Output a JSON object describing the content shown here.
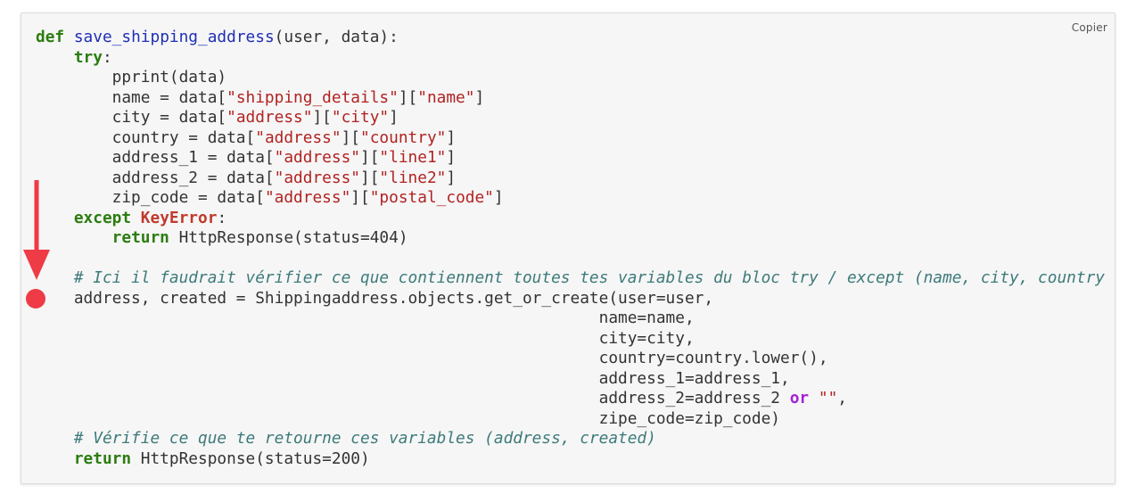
{
  "copy_button": {
    "label": "Copier"
  },
  "code_lines": [
    [
      {
        "t": "def",
        "c": "kw"
      },
      {
        "t": " "
      },
      {
        "t": "save_shipping_address",
        "c": "fn"
      },
      {
        "t": "(user, data):"
      }
    ],
    [
      {
        "t": "    "
      },
      {
        "t": "try",
        "c": "kw"
      },
      {
        "t": ":"
      }
    ],
    [
      {
        "t": "        pprint(data)"
      }
    ],
    [
      {
        "t": "        name = data["
      },
      {
        "t": "\"shipping_details\"",
        "c": "str"
      },
      {
        "t": "]["
      },
      {
        "t": "\"name\"",
        "c": "str"
      },
      {
        "t": "]"
      }
    ],
    [
      {
        "t": "        city = data["
      },
      {
        "t": "\"address\"",
        "c": "str"
      },
      {
        "t": "]["
      },
      {
        "t": "\"city\"",
        "c": "str"
      },
      {
        "t": "]"
      }
    ],
    [
      {
        "t": "        country = data["
      },
      {
        "t": "\"address\"",
        "c": "str"
      },
      {
        "t": "]["
      },
      {
        "t": "\"country\"",
        "c": "str"
      },
      {
        "t": "]"
      }
    ],
    [
      {
        "t": "        address_1 = data["
      },
      {
        "t": "\"address\"",
        "c": "str"
      },
      {
        "t": "]["
      },
      {
        "t": "\"line1\"",
        "c": "str"
      },
      {
        "t": "]"
      }
    ],
    [
      {
        "t": "        address_2 = data["
      },
      {
        "t": "\"address\"",
        "c": "str"
      },
      {
        "t": "]["
      },
      {
        "t": "\"line2\"",
        "c": "str"
      },
      {
        "t": "]"
      }
    ],
    [
      {
        "t": "        zip_code = data["
      },
      {
        "t": "\"address\"",
        "c": "str"
      },
      {
        "t": "]["
      },
      {
        "t": "\"postal_code\"",
        "c": "str"
      },
      {
        "t": "]"
      }
    ],
    [
      {
        "t": "    "
      },
      {
        "t": "except",
        "c": "kw"
      },
      {
        "t": " "
      },
      {
        "t": "KeyError",
        "c": "exc"
      },
      {
        "t": ":"
      }
    ],
    [
      {
        "t": "        "
      },
      {
        "t": "return",
        "c": "kw"
      },
      {
        "t": " HttpResponse(status=404)"
      }
    ],
    [
      {
        "t": ""
      }
    ],
    [
      {
        "t": "    "
      },
      {
        "t": "# Ici il faudrait vérifier ce que contiennent toutes tes variables du bloc try / except (name, city, country",
        "c": "cmt"
      }
    ],
    [
      {
        "t": "    address, created = Shippingaddress.objects.get_or_create(user=user,"
      }
    ],
    [
      {
        "t": "                                                           name=name,"
      }
    ],
    [
      {
        "t": "                                                           city=city,"
      }
    ],
    [
      {
        "t": "                                                           country=country.lower(),"
      }
    ],
    [
      {
        "t": "                                                           address_1=address_1,"
      }
    ],
    [
      {
        "t": "                                                           address_2=address_2 "
      },
      {
        "t": "or",
        "c": "op"
      },
      {
        "t": " "
      },
      {
        "t": "\"\"",
        "c": "str"
      },
      {
        "t": ","
      }
    ],
    [
      {
        "t": "                                                           zipe_code=zip_code)"
      }
    ],
    [
      {
        "t": "    "
      },
      {
        "t": "# Vérifie ce que te retourne ces variables (address, created)",
        "c": "cmt"
      }
    ],
    [
      {
        "t": "    "
      },
      {
        "t": "return",
        "c": "kw"
      },
      {
        "t": " HttpResponse(status=200)"
      }
    ]
  ],
  "colors": {
    "arrow": "#ee3b45",
    "dot": "#ee3b45"
  },
  "icons": {
    "arrow": "arrow-down-icon",
    "dot": "breakpoint-dot-icon"
  }
}
